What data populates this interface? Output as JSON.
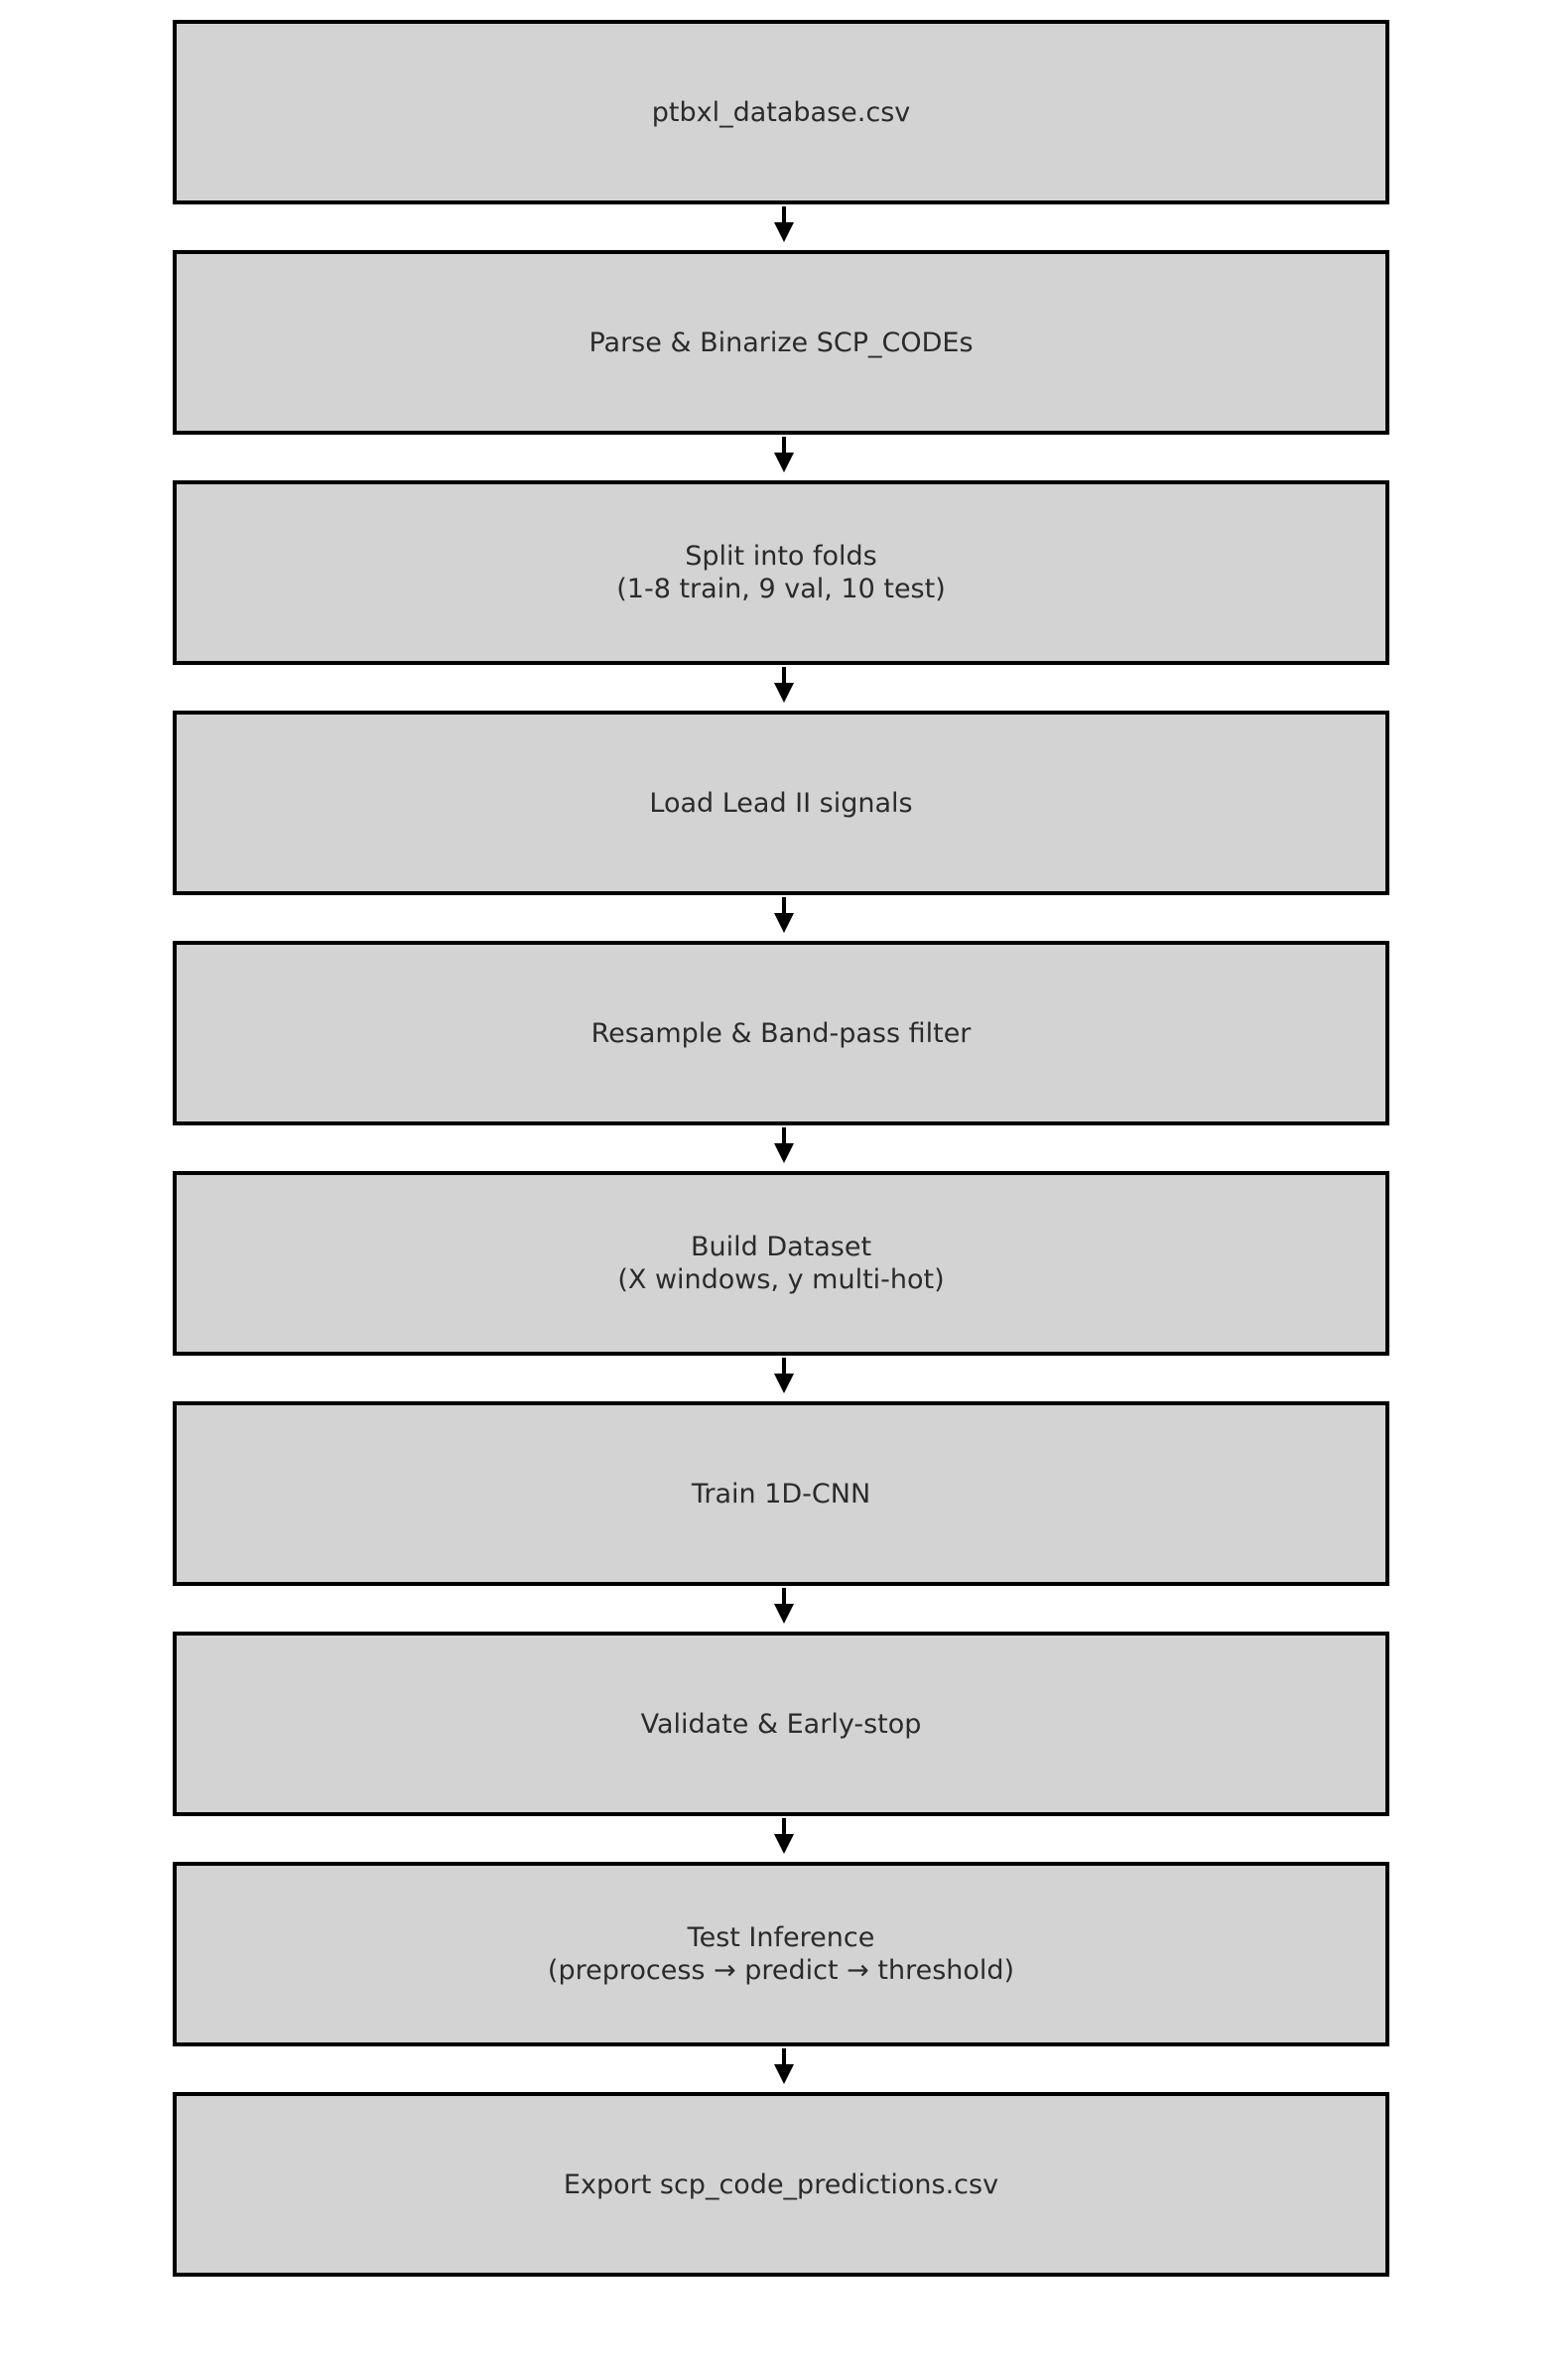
{
  "flowchart": {
    "steps": [
      {
        "label": "ptbxl_database.csv"
      },
      {
        "label": "Parse & Binarize SCP_CODEs"
      },
      {
        "label": "Split into folds\n(1-8 train, 9 val, 10 test)"
      },
      {
        "label": "Load Lead II signals"
      },
      {
        "label": "Resample & Band-pass filter"
      },
      {
        "label": "Build Dataset\n(X windows, y multi-hot)"
      },
      {
        "label": "Train 1D-CNN"
      },
      {
        "label": "Validate & Early-stop"
      },
      {
        "label": "Test Inference\n(preprocess → predict → threshold)"
      },
      {
        "label": "Export scp_code_predictions.csv"
      }
    ],
    "colors": {
      "box_fill": "#d3d3d3",
      "box_border": "#000000",
      "text": "#2b2b2b",
      "arrow": "#000000"
    }
  }
}
